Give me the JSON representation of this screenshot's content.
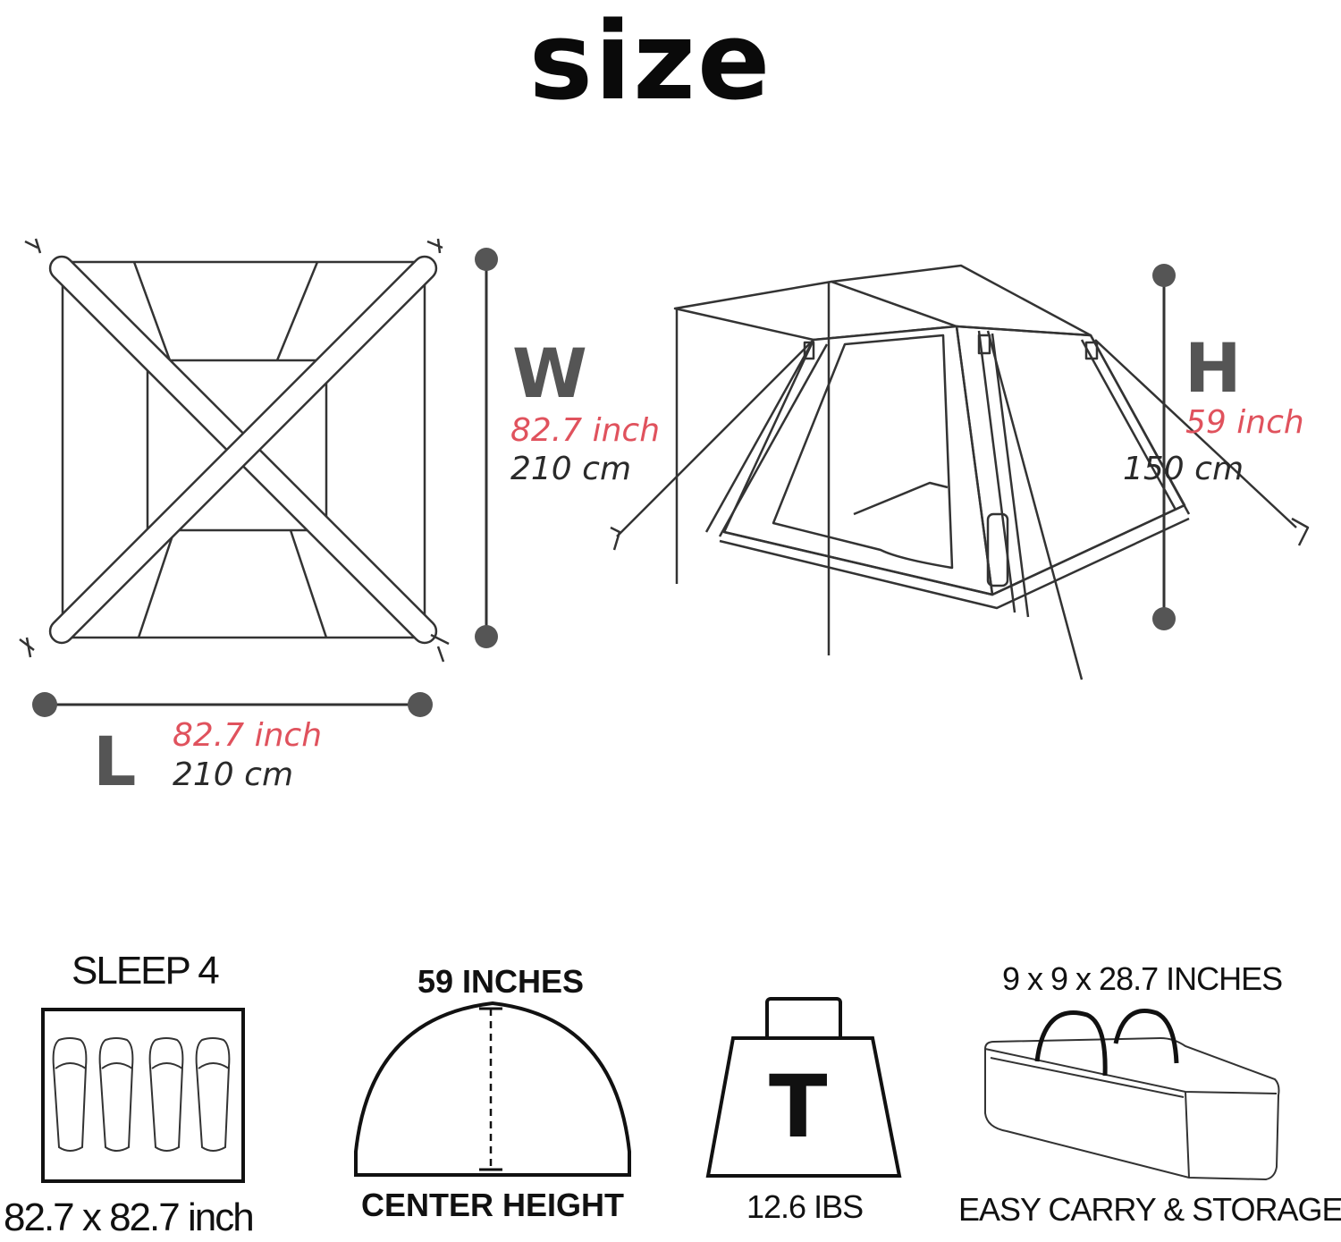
{
  "title": "size",
  "dimensions": {
    "width": {
      "letter": "W",
      "inch": "82.7 inch",
      "cm": "210 cm"
    },
    "height": {
      "letter": "H",
      "inch": "59 inch",
      "cm": "150 cm"
    },
    "length": {
      "letter": "L",
      "inch": "82.7 inch",
      "cm": "210 cm"
    }
  },
  "features": {
    "sleep": {
      "heading": "SLEEP 4",
      "caption": "82.7 x 82.7 inch"
    },
    "center_height": {
      "heading": "59 INCHES",
      "caption": "CENTER HEIGHT"
    },
    "weight": {
      "icon_letter": "T",
      "caption": "12.6 IBS"
    },
    "carry": {
      "heading": "9 x 9 x 28.7 INCHES",
      "caption": "EASY CARRY & STORAGE"
    }
  },
  "colors": {
    "accent": "#e0525d",
    "dim_grey": "#555555",
    "line": "#333333"
  }
}
